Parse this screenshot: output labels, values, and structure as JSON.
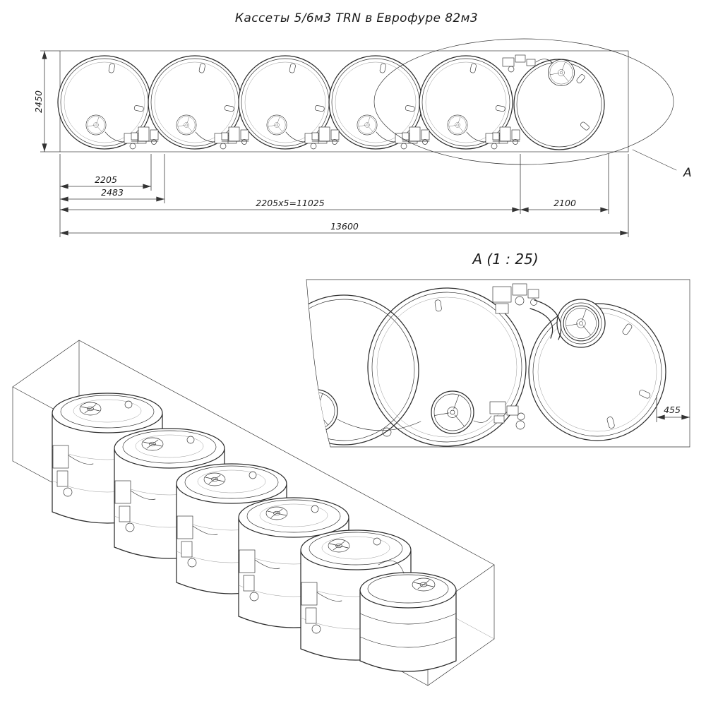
{
  "title": "Кассеты 5/6м3 TRN в Еврофуре 82м3",
  "views": {
    "detail_label": "А (1 : 25)",
    "detail_marker": "А"
  },
  "dimensions": {
    "trailer_height": "2450",
    "cassette_pitch": "2205",
    "first_section": "2483",
    "pitch_total": "2205х5=11025",
    "end_section": "2100",
    "total_length": "13600",
    "detail_offset": "455"
  },
  "colors": {
    "line": "#2d2d2d",
    "dim_line": "#3c3c3c",
    "background": "#ffffff"
  }
}
